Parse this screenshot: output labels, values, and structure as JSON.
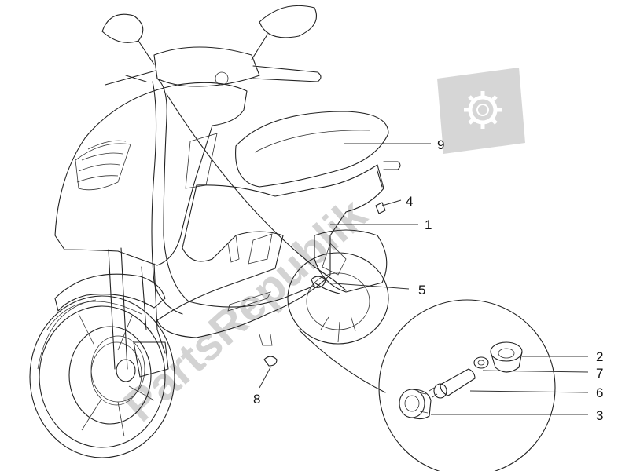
{
  "watermark": {
    "text": "PartsRepublik"
  },
  "callouts": [
    {
      "id": "1",
      "label": "1"
    },
    {
      "id": "2",
      "label": "2"
    },
    {
      "id": "3",
      "label": "3"
    },
    {
      "id": "4",
      "label": "4"
    },
    {
      "id": "5",
      "label": "5"
    },
    {
      "id": "6",
      "label": "6"
    },
    {
      "id": "7",
      "label": "7"
    },
    {
      "id": "8",
      "label": "8"
    },
    {
      "id": "9",
      "label": "9"
    }
  ],
  "icons": {
    "watermark_logo": "gear-icon"
  }
}
